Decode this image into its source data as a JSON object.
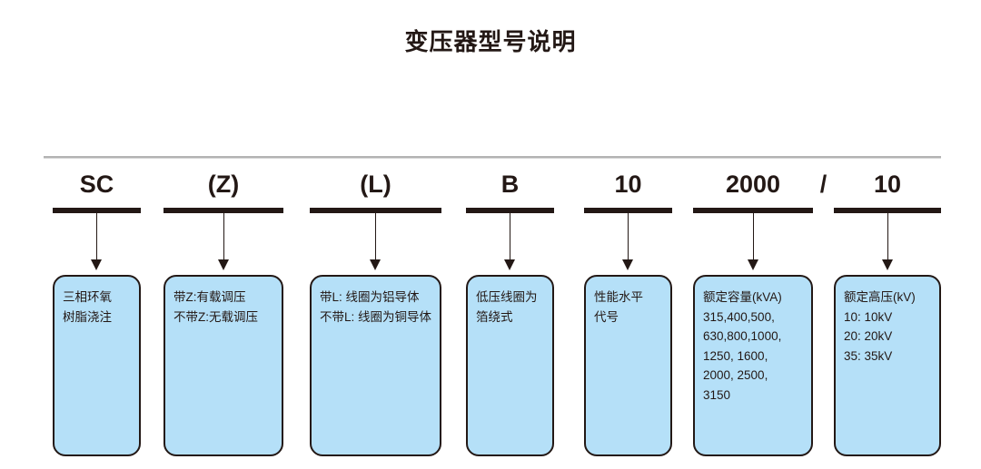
{
  "title": "变压器型号说明",
  "colors": {
    "box_fill": "#b5e0f8",
    "box_stroke": "#231815",
    "text": "#231815",
    "rule": "#b3b3b3"
  },
  "separator": "/",
  "segments": [
    {
      "code": "SC",
      "lines": [
        "三相环氧",
        "树脂浇注"
      ]
    },
    {
      "code": "(Z)",
      "lines": [
        "带Z:有载调压",
        "不带Z:无载调压"
      ]
    },
    {
      "code": "(L)",
      "lines": [
        "带L: 线圈为铝导体",
        "不带L: 线圈为铜导体"
      ]
    },
    {
      "code": "B",
      "lines": [
        "低压线圈为",
        "箔绕式"
      ]
    },
    {
      "code": "10",
      "lines": [
        "性能水平",
        "代号"
      ]
    },
    {
      "code": "2000",
      "lines": [
        "额定容量(kVA)",
        "315,400,500,",
        "630,800,1000,",
        "1250, 1600,",
        "2000, 2500,",
        "3150"
      ]
    },
    {
      "code": "10",
      "lines": [
        "额定高压(kV)",
        "10: 10kV",
        "20: 20kV",
        "35: 35kV"
      ]
    }
  ]
}
